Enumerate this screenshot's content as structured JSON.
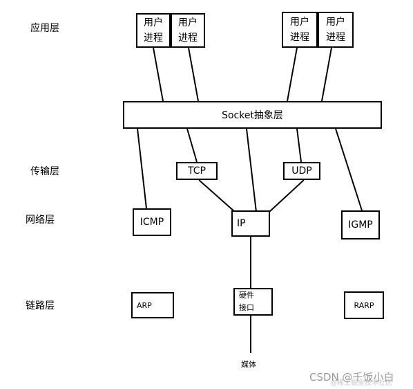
{
  "layers": {
    "application": "应用层",
    "transport": "传输层",
    "network": "网络层",
    "link": "链路层"
  },
  "processes": [
    {
      "line1": "用户",
      "line2": "进程"
    },
    {
      "line1": "用户",
      "line2": "进程"
    },
    {
      "line1": "用户",
      "line2": "进程"
    },
    {
      "line1": "用户",
      "line2": "进程"
    }
  ],
  "socket": "Socket抽象层",
  "tcp": "TCP",
  "udp": "UDP",
  "icmp": "ICMP",
  "ip": "IP",
  "igmp": "IGMP",
  "arp": "ARP",
  "hw": {
    "line1": "硬件",
    "line2": "接口"
  },
  "rarp": "RARP",
  "media": "媒体",
  "watermark": {
    "main": "CSDN @千饭小白",
    "sub": "@稀土掘金技术社区"
  }
}
